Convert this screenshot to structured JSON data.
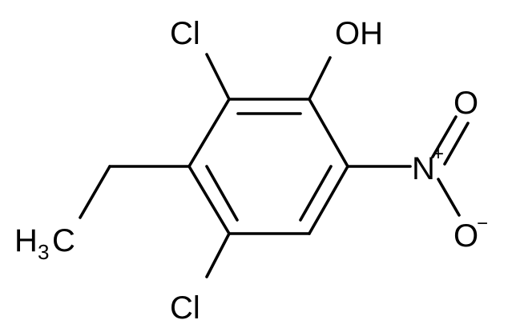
{
  "molecule": {
    "cl_top": "Cl",
    "cl_bottom": "Cl",
    "hydroxyl": "OH",
    "methyl_h": "H",
    "methyl_subscript": "3",
    "methyl_c": "C",
    "nitro_n": "N",
    "nitro_n_charge": "+",
    "nitro_o_double": "O",
    "nitro_o_single": "O",
    "nitro_o_charge": "−"
  },
  "colors": {
    "bond": "#000000",
    "label": "#000000",
    "background": "#ffffff"
  }
}
